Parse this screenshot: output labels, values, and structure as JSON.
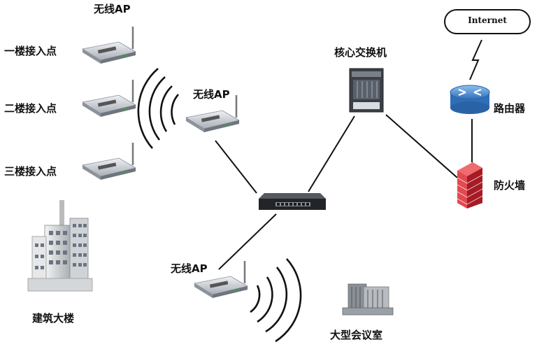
{
  "diagram": {
    "labels": {
      "ap_top": "无线AP",
      "floor1": "一楼接入点",
      "floor2": "二楼接入点",
      "floor3": "三楼接入点",
      "ap_middle": "无线AP",
      "ap_bottom": "无线AP",
      "core_switch": "核心交换机",
      "internet": "Internet",
      "router": "路由器",
      "firewall": "防火墙",
      "building": "建筑大楼",
      "conference": "大型会议室"
    },
    "colors": {
      "line": "#111111",
      "router": "#4a90d9",
      "firewall": "#c8202a",
      "device": "#c9ced6",
      "switch": "#2a2a2a"
    },
    "icons": [
      "wireless-ap-icon",
      "core-switch-icon",
      "router-icon",
      "firewall-icon",
      "network-switch-icon",
      "building-icon",
      "conference-building-icon",
      "cloud-icon",
      "signal-waves-icon"
    ]
  }
}
